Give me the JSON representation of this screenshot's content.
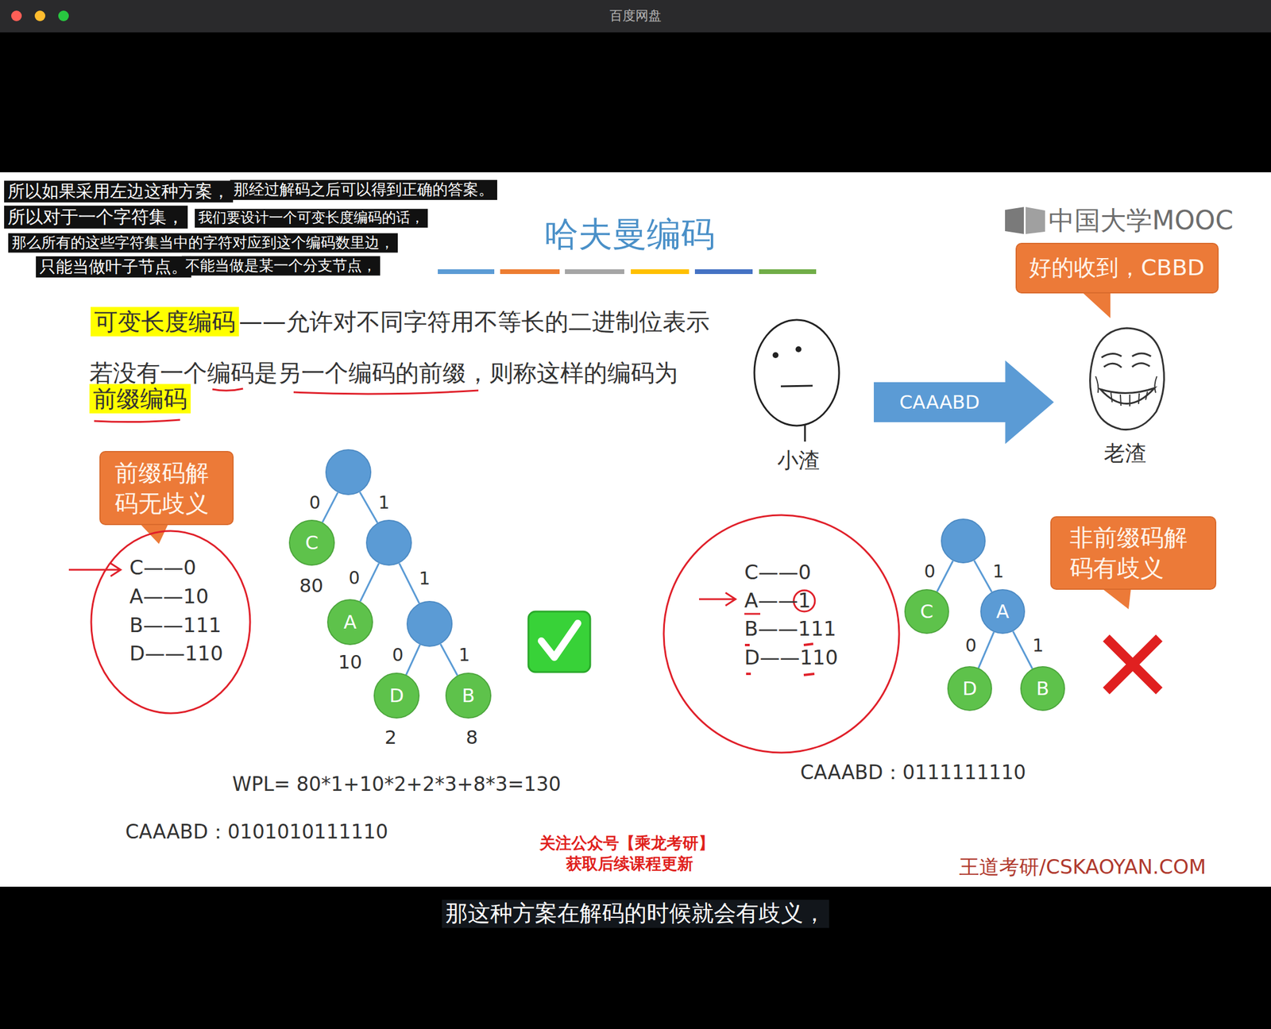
{
  "diagram": {
    "title": "哈夫曼编码",
    "nodes": [
      {
        "text": [
          "好的收到，CBBD"
        ]
      },
      {
        "text": [
          "CAAABD"
        ]
      },
      {
        "text": [
          "前缀码解码无歧义"
        ]
      },
      {
        "text": []
      },
      {
        "text": [
          "C"
        ]
      },
      {
        "text": []
      },
      {
        "text": [
          "A"
        ]
      },
      {
        "text": []
      },
      {
        "text": [
          "D"
        ]
      },
      {
        "text": [
          "B"
        ]
      },
      {
        "text": [
          "非前缀码解码有歧义"
        ]
      },
      {
        "text": []
      },
      {
        "text": [
          "C"
        ]
      },
      {
        "text": [
          "A"
        ]
      },
      {
        "text": [
          "D"
        ]
      },
      {
        "text": [
          "B"
        ]
      }
    ],
    "edges": [
      {
        "from": 3,
        "to": 4,
        "arrow": "none",
        "label": "0"
      },
      {
        "from": 3,
        "to": 5,
        "arrow": "none",
        "label": "1"
      },
      {
        "from": 5,
        "to": 6,
        "arrow": "none",
        "label": "0"
      },
      {
        "from": 5,
        "to": 7,
        "arrow": "none",
        "label": "1"
      },
      {
        "from": 7,
        "to": 8,
        "arrow": "none",
        "label": "0"
      },
      {
        "from": 7,
        "to": 9,
        "arrow": "none",
        "label": "1"
      },
      {
        "from": 11,
        "to": 12,
        "arrow": "none",
        "label": "0"
      },
      {
        "from": 11,
        "to": 13,
        "arrow": "none",
        "label": "1"
      },
      {
        "from": 13,
        "to": 14,
        "arrow": "none",
        "label": "0"
      },
      {
        "from": 13,
        "to": 15,
        "arrow": "none",
        "label": "1"
      }
    ],
    "labels": [
      "百度网盘",
      "所以如果采用左边这种方案，",
      "那经过解码之后可以得到正确的答案。",
      "所以对于一个字符集，",
      "我们要设计一个可变长度编码的话，",
      "那么所有的这些字符集当中的字符对应到这个编码数里边，",
      "只能当做叶子节点。",
      "不能当做是某一个分支节点，",
      "中国大学MOOC",
      "可变长度编码",
      "——允许对不同字符用不等长的二进制位表示",
      "若没有一个编码是另一个编码的前缀，则称这样的编码为",
      "前缀编码",
      "小渣",
      "老渣",
      "C——0",
      "A——10",
      "B——111",
      "D——110",
      "80",
      "10",
      "2",
      "8",
      "C——0",
      "A——1",
      "B——111",
      "D——110",
      "CAAABD：0111111110",
      "WPL= 80*1+10*2+2*3+8*3=130",
      "CAAABD：0101010111110",
      "关注公众号【乘龙考研】",
      "获取后续课程更新",
      "王道考研/CSKAOYAN.COM",
      "那这种方案在解码的时候就会有歧义，"
    ]
  }
}
